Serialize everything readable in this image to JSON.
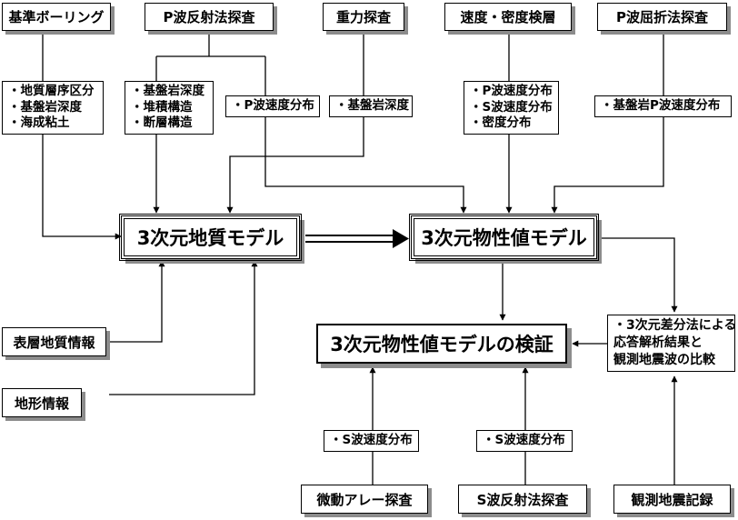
{
  "sources": {
    "boring": "基準ボーリング",
    "p_reflection": "P波反射法探査",
    "gravity": "重力探査",
    "velocity_density": "速度・密度検層",
    "p_refraction": "P波屈折法探査",
    "surface_geology": "表層地質情報",
    "topography": "地形情報",
    "microtremor": "微動アレー探査",
    "s_reflection": "S波反射法探査",
    "seismic_records": "観測地震記録"
  },
  "labels": {
    "boring": [
      "・地質層序区分",
      "・基盤岩深度",
      "・海成粘土"
    ],
    "p_reflection_structure": [
      "・基盤岩深度",
      "・堆積構造",
      "・断層構造"
    ],
    "p_reflection_velocity": "・P波速度分布",
    "gravity": "・基盤岩深度",
    "velocity_density": [
      "・P波速度分布",
      "・S波速度分布",
      "・密度分布"
    ],
    "p_refraction": "・基盤岩P波速度分布",
    "microtremor": "・S波速度分布",
    "s_reflection": "・S波速度分布",
    "comparison": [
      "・3次元差分法による",
      "応答解析結果と",
      "観測地震波の比較"
    ]
  },
  "models": {
    "geology": "3次元地質モデル",
    "physical": "3次元物性値モデル",
    "verification": "3次元物性値モデルの検証"
  }
}
